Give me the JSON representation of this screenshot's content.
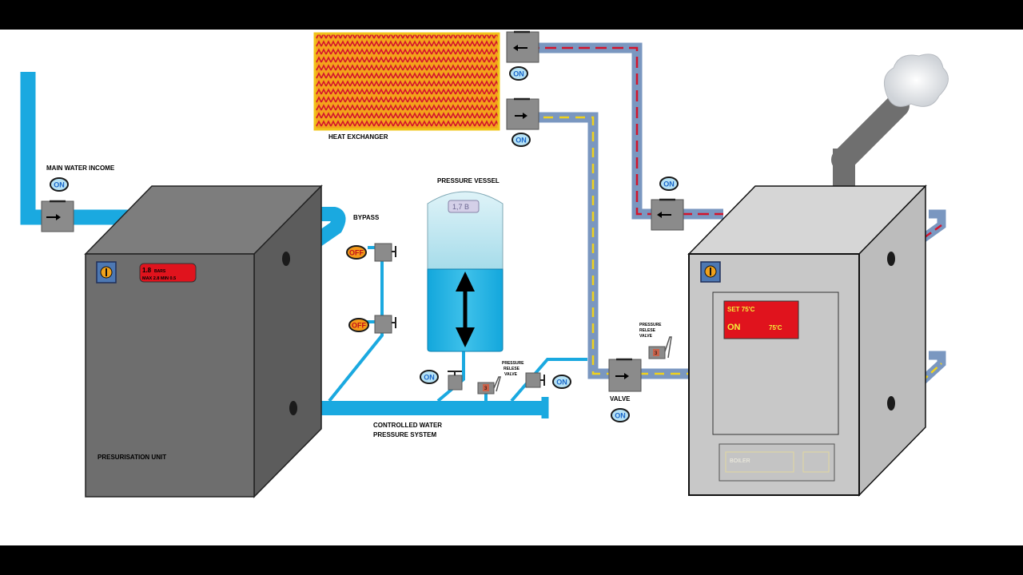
{
  "labels": {
    "main_water_income": "MAIN WATER INCOME",
    "heat_exchanger": "HEAT EXCHANGER",
    "pressure_vessel": "PRESSURE VESSEL",
    "bypass": "BYPASS",
    "controlled_line1": "CONTROLLED WATER",
    "controlled_line2": "PRESSURE SYSTEM",
    "valve": "VALVE",
    "presurisation_unit": "PRESURISATION UNIT",
    "relief_left": [
      "PRESSURE",
      "RELESE",
      "VALVE"
    ],
    "relief_right": [
      "PRESSURE",
      "RELESE",
      "VALVE"
    ],
    "boiler_panel": "BOILER"
  },
  "pressurisation_display": {
    "value": "1.8",
    "unit": "BARS",
    "max_min": "MAX 2.8   MIN 0.5"
  },
  "vessel_gauge": "1,7 B",
  "boiler_display": {
    "set": "SET 75'C",
    "status": "ON",
    "temp": "75'C"
  },
  "relief_gauge_value": "3",
  "valve_states": {
    "main_water": "ON",
    "hx_top": "ON",
    "hx_bottom": "ON",
    "return_boiler": "ON",
    "bypass_top": "OFF",
    "bypass_bottom": "OFF",
    "vessel": "ON",
    "controlled_right": "ON",
    "boiler_valve": "ON"
  },
  "colors": {
    "water": "#1aa9e0",
    "pipe_steel": "#7a97c0",
    "hot_dash": "#d3142b",
    "warm_dash": "#f0d21c",
    "unit_body": "#6e6e6e",
    "boiler_body": "#c8c8c8",
    "display_red": "#e0131d",
    "exchanger_orange": "#f4a21c"
  }
}
